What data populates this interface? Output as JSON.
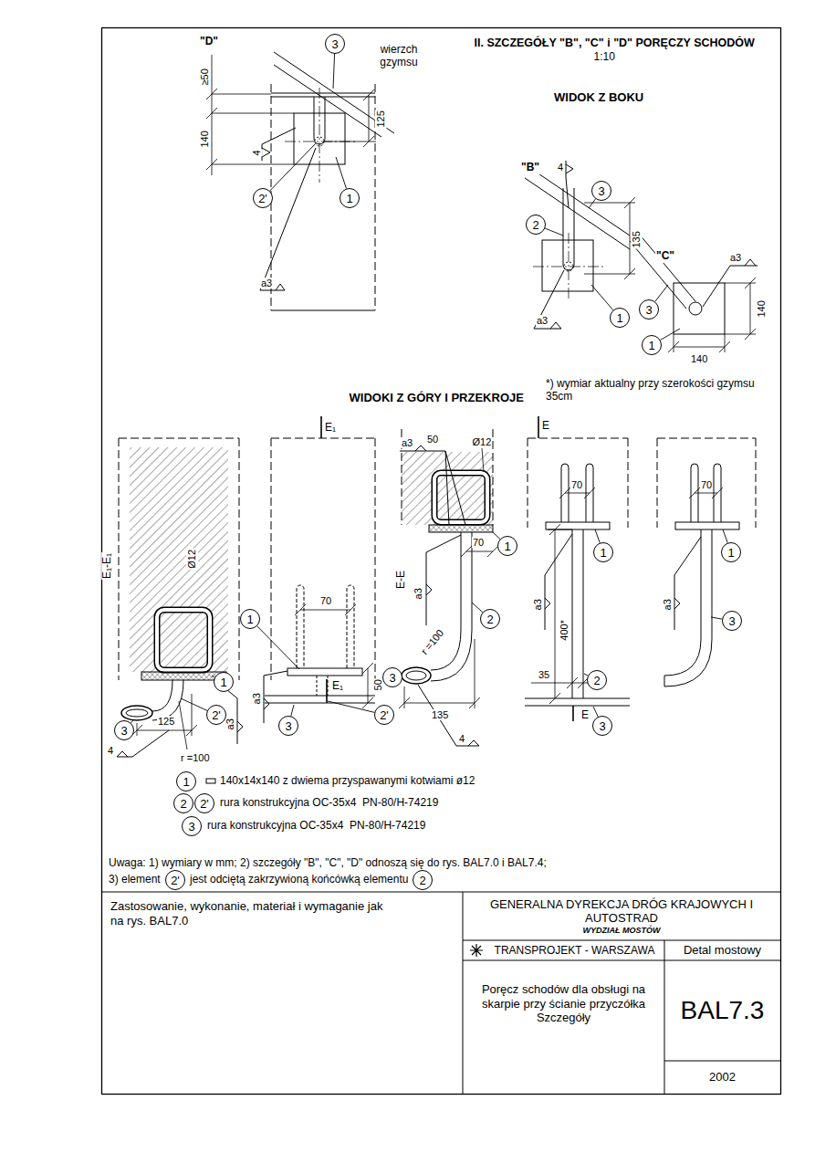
{
  "diagram": {
    "title": "II. SZCZEGÓŁY \"B\", \"C\" i \"D\" PORĘCZY SCHODÓW",
    "nodes": [
      {
        "text": [
          "3"
        ]
      },
      {
        "text": [
          "2'"
        ]
      },
      {
        "text": [
          "1"
        ]
      },
      {
        "text": [
          "3"
        ]
      },
      {
        "text": [
          "2"
        ]
      },
      {
        "text": [
          "1"
        ]
      },
      {
        "text": [
          "3"
        ]
      },
      {
        "text": [
          "1"
        ]
      },
      {
        "text": [
          "1"
        ]
      },
      {
        "text": [
          "2'"
        ]
      },
      {
        "text": [
          "3"
        ]
      },
      {
        "text": [
          "1"
        ]
      },
      {
        "text": [
          "2'"
        ]
      },
      {
        "text": [
          "3"
        ]
      },
      {
        "text": [
          "1"
        ]
      },
      {
        "text": [
          "2"
        ]
      },
      {
        "text": [
          "3"
        ]
      },
      {
        "text": [
          "1"
        ]
      },
      {
        "text": [
          "2"
        ]
      },
      {
        "text": [
          "3"
        ]
      },
      {
        "text": [
          "1"
        ]
      },
      {
        "text": [
          "3"
        ]
      },
      {
        "text": [
          "1"
        ]
      },
      {
        "text": [
          "2"
        ]
      },
      {
        "text": [
          "2'"
        ]
      },
      {
        "text": [
          "3"
        ]
      },
      {
        "text": [
          "2'"
        ]
      },
      {
        "text": [
          "2"
        ]
      },
      {
        "text": [
          "Zastosowanie, wykonanie, materiał i wymaganie jak na rys. BAL7.0"
        ]
      },
      {
        "text": [
          "GENERALNA DYREKCJA DRÓG KRAJOWYCH I AUTOSTRAD",
          "WYDZIAŁ MOSTÓW"
        ]
      },
      {
        "text": [
          "TRANSPROJEKT - WARSZAWA"
        ]
      },
      {
        "text": [
          "Detal mostowy"
        ]
      },
      {
        "text": [
          "Poręcz schodów dla obsługi na skarpie przy ścianie przyczółka Szczegóły"
        ]
      },
      {
        "text": [
          "BAL7.3"
        ]
      },
      {
        "text": [
          "2002"
        ]
      }
    ],
    "labels": [
      "1:10",
      "\"D\"",
      "wierzch gzymsu",
      "≥50",
      "140",
      "125",
      "4",
      "a3",
      "WIDOK Z BOKU",
      "\"B\"",
      "4",
      "135",
      "a3",
      "\"C\"",
      "a3",
      "140",
      "140",
      "WIDOKI Z GÓRY I PRZEKROJE",
      "*) wymiar aktualny przy szerokości gzymsu 35cm",
      "E₁",
      "a3",
      "50",
      "Ø12",
      "E",
      "E₁-E₁",
      "Ø12",
      "70",
      "70",
      "70",
      "70",
      "E-E",
      "a3",
      "r =100",
      "400*",
      "a3",
      "a3",
      "50",
      "E₁",
      "a3",
      "35",
      "E",
      "125",
      "a3",
      "135",
      "4",
      "r =100",
      "4",
      "140x14x140 z dwiema przyspawanymi kotwiami ø12",
      "rura konstrukcyjna OC-35x4  PN-80/H-74219",
      "rura konstrukcyjna OC-35x4  PN-80/H-74219",
      "Uwaga: 1) wymiary w mm; 2) szczegóły \"B\", \"C\", \"D\" odnoszą się do rys. BAL7.0 i BAL7.4;",
      "3) element",
      "jest odciętą zakrzywioną końcówką elementu"
    ]
  }
}
